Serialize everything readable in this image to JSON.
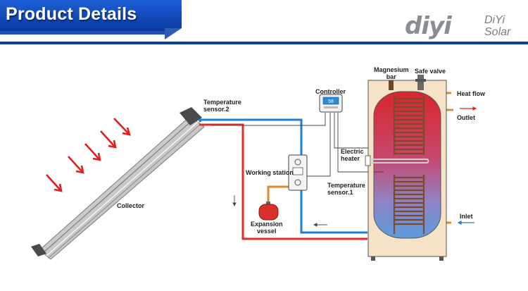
{
  "header": {
    "title": "Product Details",
    "brand_logo_text": "diyi",
    "brand_name_line1": "DiYi",
    "brand_name_line2": "Solar"
  },
  "labels": {
    "temperature_sensor_2": [
      "Temperature",
      "sensor.2"
    ],
    "controller": "Controller",
    "controller_display": "58",
    "collector": "Collector",
    "working_station": "Working station",
    "expansion_vessel": [
      "Expansion",
      "vessel"
    ],
    "temperature_sensor_1": [
      "Temperature",
      "sensor.1"
    ],
    "electric_heater": [
      "Electric",
      "heater"
    ],
    "magnesium_bar": [
      "Magnesium",
      "bar"
    ],
    "safe_valve": "Safe valve",
    "heat_flow": "Heat flow",
    "outlet": "Outlet",
    "inlet": "Inlet"
  },
  "colors": {
    "header_blue": "#0a3fa8",
    "hot_pipe": "#e22b2b",
    "cold_pipe": "#1f7fd0",
    "tank_casing": "#f6e3c7",
    "expansion_vessel": "#d8302a",
    "logo_accent": "#2f93d8"
  }
}
